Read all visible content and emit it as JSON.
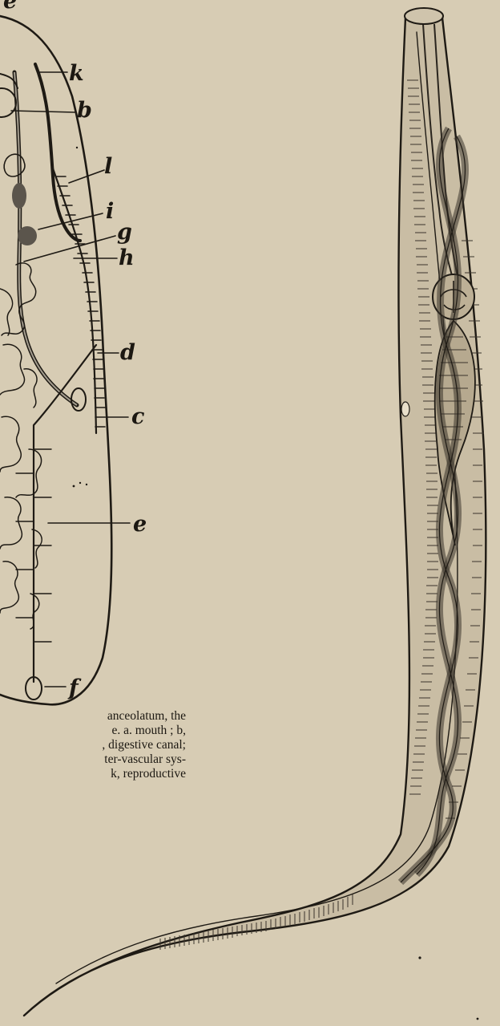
{
  "figure": {
    "labels": [
      "e",
      "k",
      "b",
      "l",
      "i",
      "g",
      "h",
      "d",
      "c",
      "e",
      "f"
    ],
    "caption_lines": [
      "anceolatum, the",
      "e. a. mouth ; b,",
      ", digestive canal;",
      "ter-vascular sys-",
      "k, reproductive"
    ]
  }
}
